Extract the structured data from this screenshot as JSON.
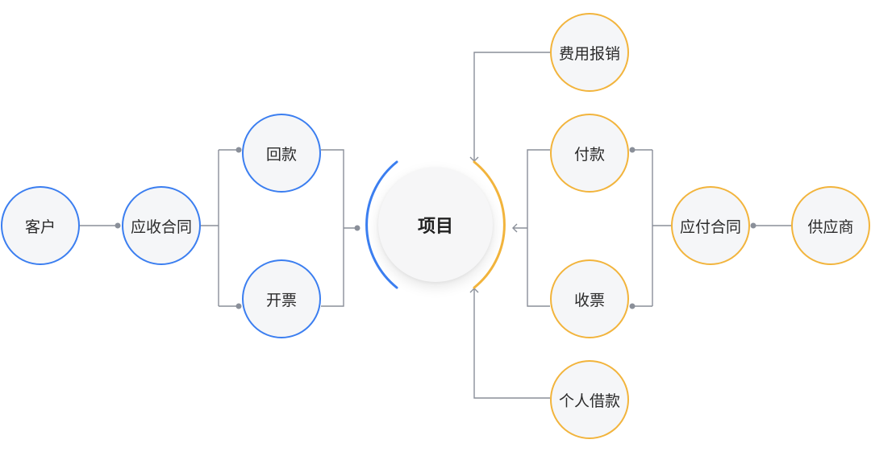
{
  "diagram": {
    "center": {
      "label": "项目"
    },
    "left_chain": {
      "customer": "客户",
      "receivable_contract": "应收合同",
      "huikuan": "回款",
      "kaipiao": "开票"
    },
    "right_chain": {
      "supplier": "供应商",
      "payable_contract": "应付合同",
      "fukuan": "付款",
      "shoupiao": "收票"
    },
    "top_inputs": {
      "expense": "费用报销"
    },
    "bottom_inputs": {
      "loan": "个人借款"
    },
    "colors": {
      "left_accent": "#3b7ef0",
      "right_accent": "#f2b43c",
      "connector": "#8a8f99",
      "node_fill": "#f5f6f8"
    }
  }
}
